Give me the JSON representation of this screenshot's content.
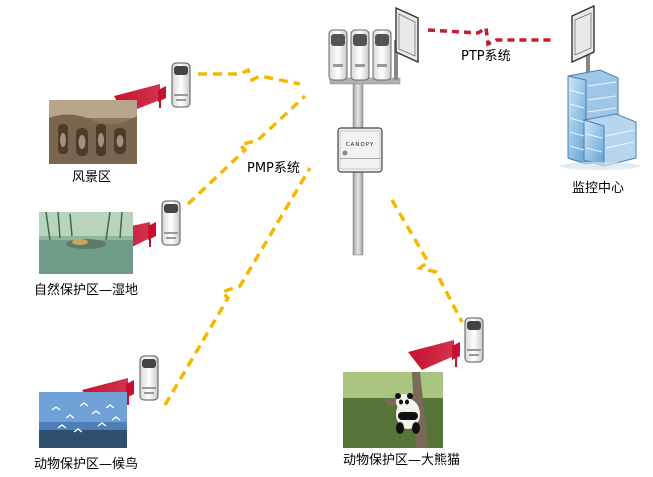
{
  "labels": {
    "ptp_link": "PTP系统",
    "pmp_link": "PMP系统",
    "monitoring_center": "监控中心",
    "scenic_area": "风景区",
    "wetland_reserve": "自然保护区—湿地",
    "bird_reserve": "动物保护区—候鸟",
    "panda_reserve": "动物保护区—大熊猫",
    "device_brand": "CANOPY"
  },
  "colors": {
    "ptp_link": "#c41e2e",
    "pmp_link": "#f5b800",
    "beam": "#c8102e",
    "pole": "#b8b8b8"
  },
  "icons": {
    "subscriber_module": "canopy-sm-icon",
    "access_point": "canopy-ap-icon",
    "ptp_antenna": "panel-antenna-icon",
    "building": "office-building-icon"
  }
}
